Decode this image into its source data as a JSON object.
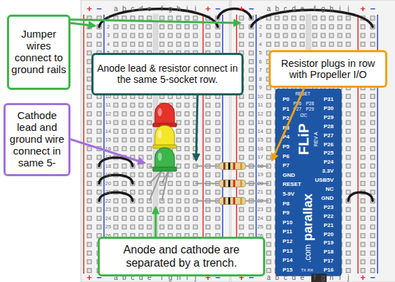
{
  "diagram": {
    "nodes": [
      {
        "text": [
          "Jumper wires connect to ground rails"
        ]
      },
      {
        "text": [
          "Anode lead & resistor connect in the same 5-socket row."
        ]
      },
      {
        "text": [
          "Resistor plugs in row with Propeller I/O"
        ]
      },
      {
        "text": [
          "Cathode lead and ground wire connect in same 5-"
        ]
      },
      {
        "text": [
          "Anode and cathode are separated by a trench."
        ]
      }
    ],
    "labels": [
      "a",
      "b",
      "c",
      "d",
      "e",
      "f",
      "g",
      "h",
      "i",
      "j",
      "a",
      "b",
      "c",
      "d",
      "e",
      "f",
      "g",
      "h",
      "i",
      "j",
      "a",
      "b",
      "c",
      "d",
      "e",
      "f",
      "g",
      "h",
      "i",
      "j",
      "a",
      "b",
      "c",
      "d",
      "e",
      "f",
      "g",
      "h",
      "i",
      "j",
      "1",
      "2",
      "3",
      "4",
      "5",
      "6",
      "7",
      "8",
      "9",
      "10",
      "11",
      "12",
      "13",
      "14",
      "15",
      "16",
      "17",
      "18",
      "19",
      "20",
      "21",
      "22",
      "23",
      "24",
      "25",
      "26",
      "27",
      "28",
      "29",
      "30",
      "1",
      "2",
      "3",
      "4",
      "5",
      "6",
      "7",
      "8",
      "9",
      "10",
      "11",
      "12",
      "13",
      "14",
      "15",
      "16",
      "17",
      "18",
      "19",
      "20",
      "21",
      "22",
      "23",
      "24",
      "25",
      "26",
      "27",
      "28",
      "29",
      "30",
      "+",
      "−",
      "+",
      "−",
      "+",
      "−",
      "+",
      "−",
      "+",
      "−",
      "+",
      "−",
      "+",
      "−",
      "+",
      "−",
      "P0",
      "P1",
      "P2",
      "P3",
      "P4",
      "P5",
      "P6",
      "P7",
      "GND",
      "RESET",
      "5-9V",
      "P8",
      "P9",
      "P10",
      "P11",
      "P12",
      "P13",
      "P14",
      "P15",
      "P31",
      "P30",
      "P29",
      "P28",
      "P27",
      "P26",
      "P25",
      "P24",
      "3.3V",
      "USB5V",
      "NC",
      "GND",
      "P23",
      "P22",
      "P21",
      "P20",
      "P19",
      "P18",
      "P17",
      "P16",
      "RESET",
      "P26",
      "P28",
      "P27",
      "P29",
      "I2C",
      "FLiP",
      "REV A",
      "parallax",
      ".com",
      "TX RX"
    ]
  }
}
